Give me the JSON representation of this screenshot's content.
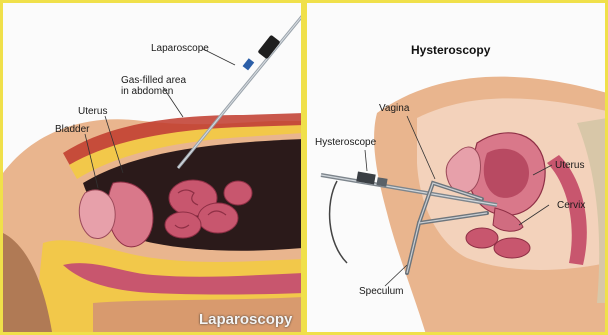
{
  "left": {
    "caption": "Laparoscopy",
    "labels": {
      "laparoscope": "Laparoscope",
      "gas_area": "Gas-filled area\nin abdomen",
      "uterus": "Uterus",
      "bladder": "Bladder"
    }
  },
  "right": {
    "title": "Hysteroscopy",
    "labels": {
      "vagina": "Vagina",
      "hysteroscope": "Hysteroscope",
      "uterus": "Uterus",
      "cervix": "Cervix",
      "speculum": "Speculum"
    }
  },
  "colors": {
    "border": "#f0e04a",
    "skin": "#e9b58e",
    "fat": "#f2c84a",
    "organ": "#d9788a",
    "intestine": "#c8566e",
    "cavity": "#2b1a1a"
  }
}
